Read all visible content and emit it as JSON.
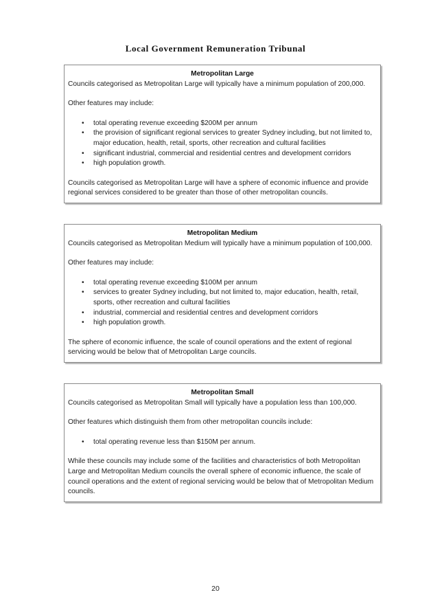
{
  "header": {
    "title": "Local Government Remuneration Tribunal"
  },
  "sections": [
    {
      "title": "Metropolitan Large",
      "intro": "Councils categorised as Metropolitan Large will typically have a minimum population of 200,000.",
      "features_label": "Other features may include:",
      "features": [
        "total operating revenue exceeding $200M per annum",
        "the provision of significant regional services to greater Sydney including, but not limited to, major education, health, retail, sports, other recreation and cultural facilities",
        "significant industrial, commercial and residential centres and development corridors",
        "high population growth."
      ],
      "closing": "Councils categorised as Metropolitan Large will have a sphere of economic influence and provide regional services considered to be greater than those of other metropolitan councils."
    },
    {
      "title": "Metropolitan Medium",
      "intro": "Councils categorised as Metropolitan Medium will typically have a minimum population of 100,000.",
      "features_label": "Other features may include:",
      "features": [
        "total operating revenue exceeding $100M per annum",
        "services to greater Sydney including, but not limited to, major education, health, retail, sports, other recreation and cultural facilities",
        "industrial, commercial and residential centres and development corridors",
        "high population growth."
      ],
      "closing": "The sphere of economic influence, the scale of council operations and the extent of regional servicing would be below that of Metropolitan Large councils."
    },
    {
      "title": "Metropolitan Small",
      "intro": "Councils categorised as Metropolitan Small will typically have a population less than 100,000.",
      "features_label": "Other features which distinguish them from other metropolitan councils include:",
      "features": [
        "total operating revenue less than $150M per annum."
      ],
      "closing": "While these councils may include some of the facilities and characteristics of both Metropolitan Large and Metropolitan Medium councils the overall sphere of economic influence, the scale of council operations and the extent of regional servicing would be below that of Metropolitan Medium councils."
    }
  ],
  "footer": {
    "page_number": "20"
  }
}
